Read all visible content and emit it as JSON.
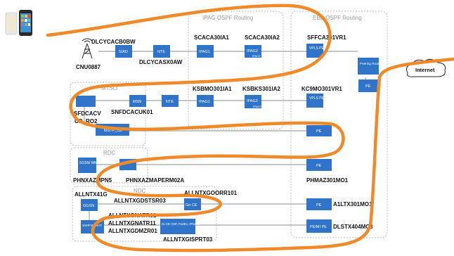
{
  "zones": {
    "ipag": "IPAG OSPF Routing",
    "ebb": "EBB OSPF Routing",
    "mtso": "MTSO",
    "rdc": "RDC",
    "ndc": "NDC"
  },
  "nodes": {
    "siad": "SIAD",
    "nte_top": "NTE",
    "ipag1_top": "IPAG1",
    "ipag2_top": "IPAG2",
    "ipag2_top_sub": "IPAG2",
    "vpls_top": "VPLS PE",
    "peering_router": "Peering Router",
    "pe_right": "PE",
    "internet": "Internet",
    "msn": "MSN",
    "nte_mid": "NTE",
    "ipag1_mid": "IPAG1",
    "ipag2_mid": "IPAG2",
    "ipag2_mid_sub": "IPAG2",
    "vpls_mid": "VPLS PE",
    "mstp_ce": "MSTP_CE",
    "pe_mid": "PE",
    "sgsn_mme": "SGSN/ MME",
    "pe_rdc": "PE",
    "ggsn": "GGSN",
    "gn_ce": "Gn CE",
    "pe_ndc": "PE",
    "sw_fw": "SW/FW, NAT",
    "gi_ce": "Gi CE (ISP, FedEx, iPhone)",
    "pe_mi_pe": "PE/MI PE"
  },
  "labels": {
    "dlcycacb0bw": "DLCYCACB0BW",
    "cnu0887": "CNU0887",
    "dlcycasx0aw": "DLCYCASX0AW",
    "scaca30ia1": "SCACA30IA1",
    "scaca30ia2": "SCACA30IA2",
    "sffca301vr1": "SFFCA301VR1",
    "ksbmo301ia1": "KSBMO301IA1",
    "ksbks301ia2": "KSBKS301IA2",
    "kc9mo301vr1": "KC9MO301VR1",
    "sfdcacv": "SFDCACV",
    "cr_ro2": "CR_RO2",
    "snfdcacuk01": "SNFDCACUK01",
    "phnxazmpn5": "PHNXAZMPN5",
    "phnxazmaperm02a": "PHNXAZMAPERM02A",
    "phmaz301mo1": "PHMAZ301MO1",
    "allntx41g": "ALLNTX41G",
    "allntxgoorr101": "ALLNTXGOORR101",
    "allntxgdstsr03": "ALLNTXGDSTSR03",
    "a1ltx301mo1": "A1LTX301MO1",
    "allntxgnatr01": "ALLNTXGNATR01",
    "allntxgnatr11": "ALLNTXGNATR11",
    "allntxgdmzr01": "ALLNTXGDMZR01",
    "dlstx404mc3": "DLSTX404MC3",
    "allntxgisprt03": "ALLNTXGISPRT03"
  },
  "colors": {
    "node_fill": "#2f74c8",
    "annotation": "#ef8a2a",
    "link": "#b3b3b3",
    "zone_border": "#a8a8a8"
  },
  "icons": {
    "phones": "iphone-icon",
    "tower": "cell-tower-icon",
    "cloud": "cloud-icon"
  }
}
